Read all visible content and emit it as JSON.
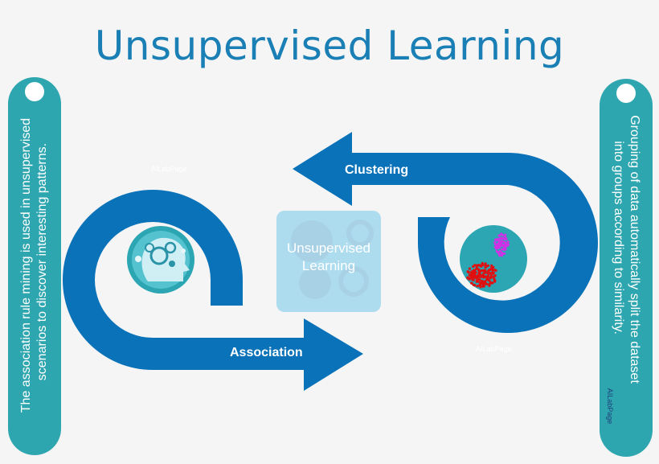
{
  "title": "Unsupervised Learning",
  "left_panel": {
    "text_line1": "The association rule mining is used in unsupervised",
    "text_line2": "scenarios to discover interesting patterns."
  },
  "right_panel": {
    "text_line1": "Grouping of data automatically  split the dataset",
    "text_line2": "into groups according to similarity.",
    "watermark": "AILabPage"
  },
  "center": {
    "line1": "Unsupervised",
    "line2": "Learning"
  },
  "arrows": {
    "top_label": "Clustering",
    "bottom_label": "Association"
  },
  "watermarks": {
    "left_ring": "AILabPage",
    "right_ring": "AILabPage"
  },
  "colors": {
    "ring_blue": "#0a72b8",
    "pill_teal": "#2ea6b0",
    "center_box": "#29aee6",
    "title": "#1a7fb5",
    "inner_circle": "#2ba6b2",
    "cluster_red": "#e01010",
    "cluster_magenta": "#d030e8"
  },
  "icons": {
    "left_circle": "brain-gears-head-icon",
    "right_circle": "cluster-scatter-icon",
    "center": "gears-brain-icon"
  }
}
